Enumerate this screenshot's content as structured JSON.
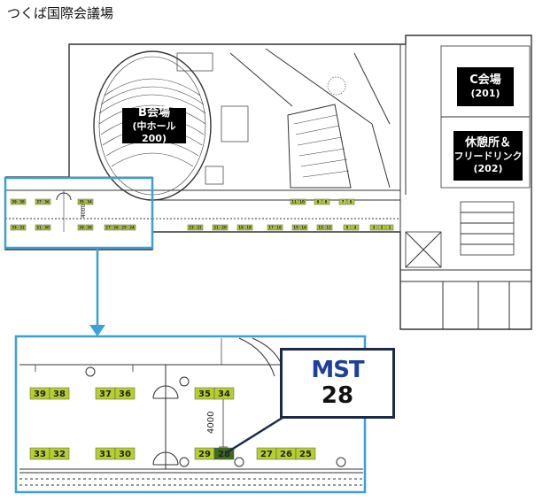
{
  "page_title": "つくば国際会議場",
  "halls": {
    "b": {
      "name": "B会場",
      "sub": "(中ホール200)"
    },
    "c": {
      "name": "C会場",
      "sub": "(201)"
    },
    "rest": {
      "name": "休憩所＆",
      "name2": "フリードリンク",
      "sub": "(202)"
    }
  },
  "overview_booths": {
    "row_top_left": [
      "39",
      "38",
      "37",
      "36",
      "35",
      "34"
    ],
    "row_top_right": [
      "11",
      "10",
      "9",
      "8",
      "7",
      "6"
    ],
    "row_bottom": [
      "33",
      "32",
      "31",
      "30",
      "29",
      "28",
      "27",
      "26",
      "25",
      "24",
      "23",
      "22",
      "21",
      "20",
      "19",
      "18",
      "17",
      "16",
      "15",
      "14",
      "13",
      "12",
      "5",
      "4",
      "3",
      "2",
      "1"
    ]
  },
  "zoom_booths": [
    {
      "pair": [
        "39",
        "38"
      ]
    },
    {
      "pair": [
        "37",
        "36"
      ]
    },
    {
      "pair": [
        "35",
        "34"
      ]
    },
    {
      "pair": [
        "33",
        "32"
      ]
    },
    {
      "pair": [
        "31",
        "30"
      ]
    },
    {
      "pair": [
        "29",
        "28"
      ]
    },
    {
      "triple": [
        "27",
        "26",
        "25"
      ]
    }
  ],
  "zoom_dimension": "4000",
  "overview_dimension": "4000",
  "highlight": {
    "logo": "MST",
    "booth": "28"
  },
  "colors": {
    "booth_fill": "#b6cf2f",
    "booth_highlight": "#3d6b1f",
    "frame": "#3aa0d8",
    "callout": "#1b2a4a"
  }
}
